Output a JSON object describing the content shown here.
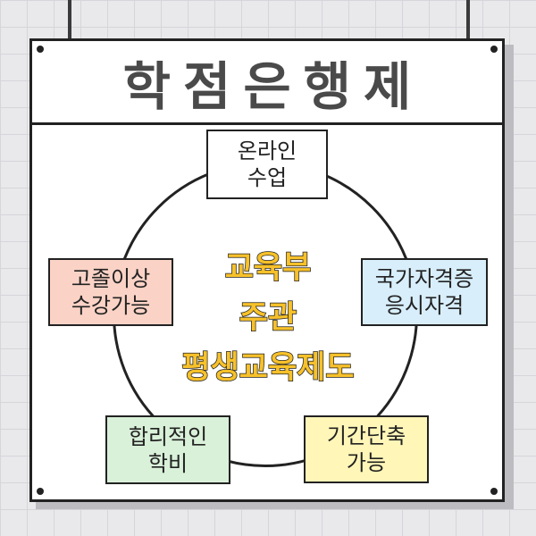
{
  "title": "학점은행제",
  "center": {
    "line1": "교육부",
    "line2": "주관",
    "line3": "평생교육제도"
  },
  "nodes": {
    "online": {
      "line1": "온라인",
      "line2": "수업",
      "color": "#ffffff"
    },
    "license": {
      "line1": "국가자격증",
      "line2": "응시자격",
      "color": "#d8eefb"
    },
    "shorten": {
      "line1": "기간단축",
      "line2": "가능",
      "color": "#fff6b8"
    },
    "tuition": {
      "line1": "합리적인",
      "line2": "학비",
      "color": "#d9f0d9"
    },
    "highschool": {
      "line1": "고졸이상",
      "line2": "수강가능",
      "color": "#fbd3c6"
    }
  },
  "colors": {
    "center_text": "#f7c12a",
    "outline": "#222222",
    "title_text": "#4a4a4a"
  }
}
